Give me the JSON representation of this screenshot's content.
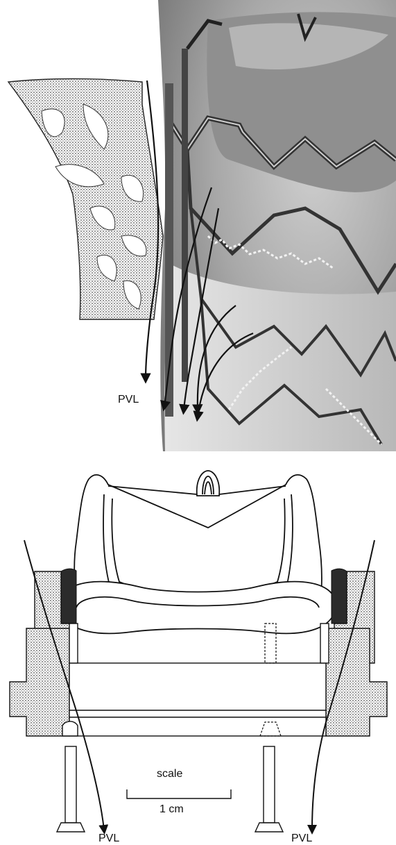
{
  "labels": {
    "pvl_top": "PVL",
    "pvl_bottom_left": "PVL",
    "pvl_bottom_right": "PVL",
    "scale_title": "scale",
    "scale_value": "1 cm"
  },
  "colors": {
    "ink": "#111111",
    "photo_light": "#d8d8d8",
    "photo_mid": "#9e9e9e",
    "photo_dark": "#4a4a4a",
    "stipple": "#bdbdbd",
    "seal_dark": "#2b2b2b"
  }
}
